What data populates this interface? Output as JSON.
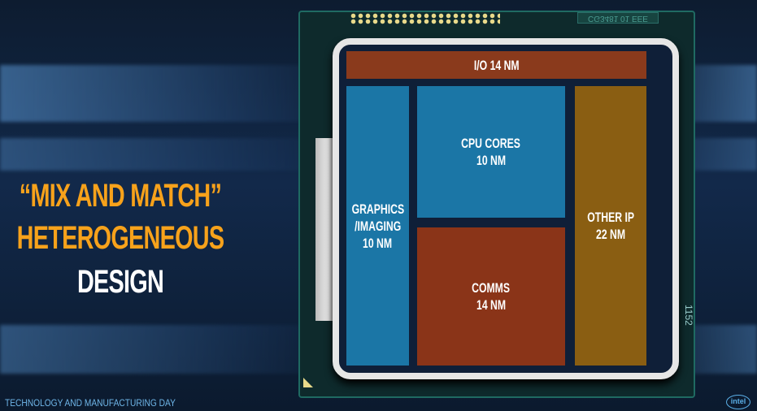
{
  "headline": {
    "line1": "“MIX AND MATCH”",
    "line2": "HETEROGENEOUS",
    "line3": "DESIGN"
  },
  "footer": "TECHNOLOGY AND MANUFACTURING DAY",
  "logo": "intel",
  "chip": {
    "marking": "CG3481 01 EEE",
    "side_number": "1152",
    "blocks": [
      {
        "name": "I/O 14 NM",
        "lines": [
          "I/O 14 NM"
        ],
        "color": "#8a3a1c"
      },
      {
        "name": "GRAPHICS /IMAGING 10 NM",
        "lines": [
          "GRAPHICS",
          "/IMAGING",
          "10 NM"
        ],
        "color": "#1b76a6"
      },
      {
        "name": "CPU CORES 10 NM",
        "lines": [
          "CPU CORES",
          "10 NM"
        ],
        "color": "#1b76a6"
      },
      {
        "name": "COMMS 14 NM",
        "lines": [
          "COMMS",
          "14 NM"
        ],
        "color": "#8a3418"
      },
      {
        "name": "OTHER IP 22 NM",
        "lines": [
          "OTHER IP",
          "22 NM"
        ],
        "color": "#8a5e12"
      }
    ]
  },
  "colors": {
    "accent": "#f7a21b",
    "text": "#ffffff"
  }
}
